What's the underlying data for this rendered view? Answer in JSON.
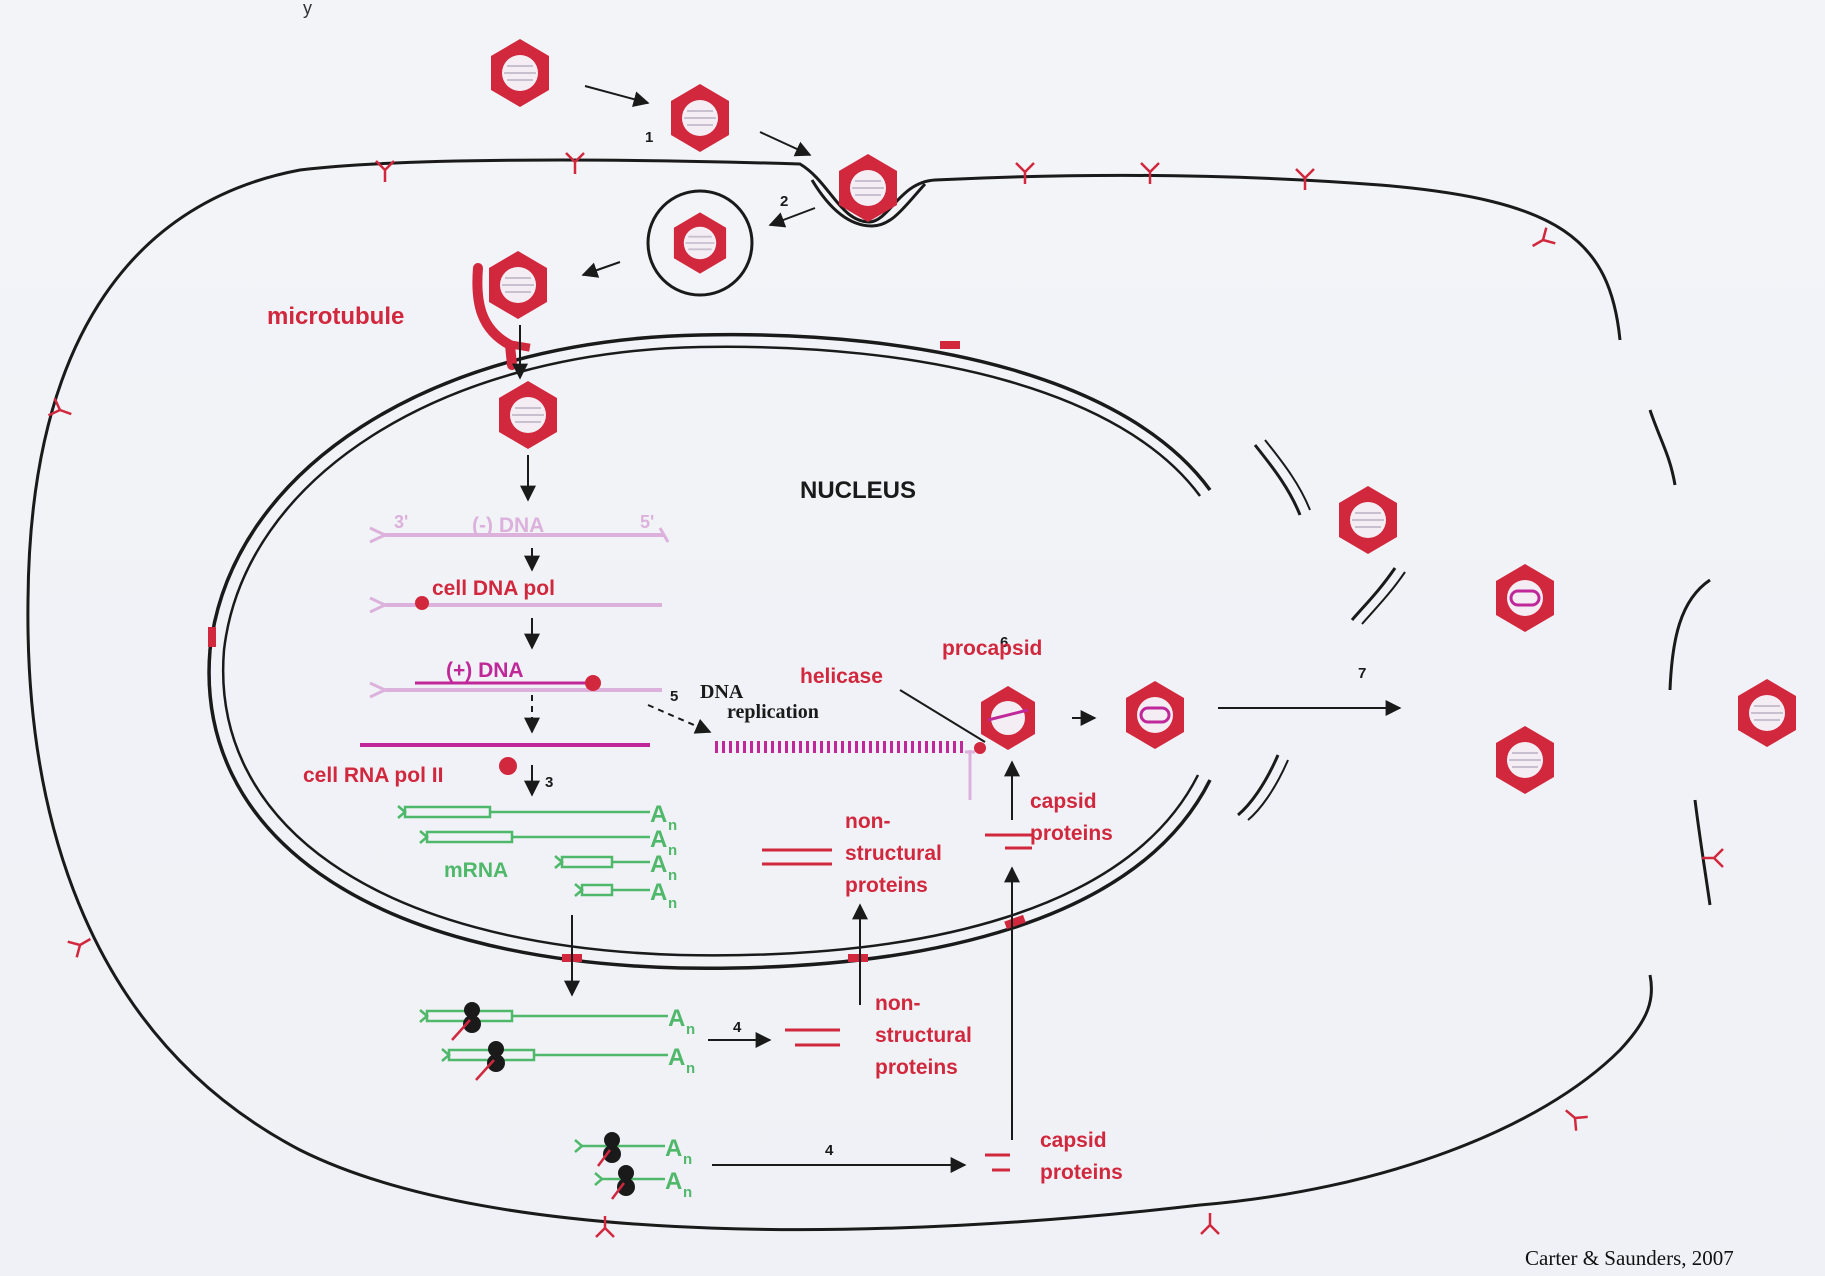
{
  "labels": {
    "top_cut": "y",
    "microtubule": "microtubule",
    "nucleus": "NUCLEUS",
    "end_left": "3'",
    "minus_dna": "(-) DNA",
    "end_right": "5'",
    "cell_dna_pol": "cell DNA pol",
    "plus_dna": "(+) DNA",
    "dna": "DNA",
    "replication": "replication",
    "cell_rna_pol": "cell RNA pol II",
    "mrna": "mRNA",
    "poly_a": "A",
    "poly_a_sub": "n",
    "helicase": "helicase",
    "procapsid": "procapsid",
    "nonstruct_nuc_1": "non-",
    "nonstruct_nuc_2": "structural",
    "nonstruct_nuc_3": "proteins",
    "capsid_nuc_1": "capsid",
    "capsid_nuc_2": "proteins",
    "nonstruct_cyto_1": "non-",
    "nonstruct_cyto_2": "structural",
    "nonstruct_cyto_3": "proteins",
    "capsid_cyto_1": "capsid",
    "capsid_cyto_2": "proteins",
    "caption": "Carter & Saunders, 2007"
  },
  "steps": [
    "1",
    "2",
    "3",
    "4",
    "4",
    "5",
    "6",
    "7"
  ],
  "colors": {
    "virus_red": "#d1283e",
    "dna_magenta": "#c0289a",
    "dna_ghost": "#dcb2dc",
    "mrna_green": "#4fb86a",
    "membrane": "#1a1a1a"
  }
}
